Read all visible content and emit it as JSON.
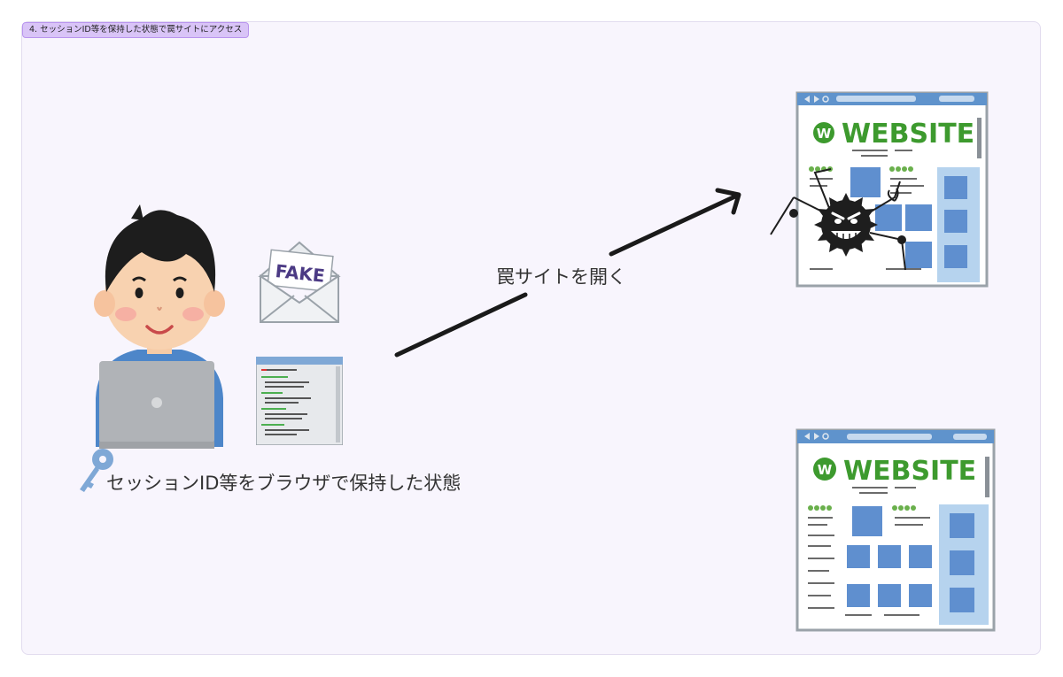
{
  "step": {
    "label": "4. セッションID等を保持した状態で罠サイトにアクセス"
  },
  "captions": {
    "state": "セッションID等をブラウザで保持した状態",
    "arrow": "罠サイトを開く"
  },
  "icons": {
    "fake_mail_text": "FAKE",
    "website_title_top": "WEBSITE",
    "website_title_bottom": "WEBSITE",
    "website_logo_letter": "W"
  },
  "colors": {
    "panel_bg": "#f8f5fd",
    "badge_bg": "#d9c4f7",
    "arrow": "#1a1a1a",
    "website_green": "#3d9a2e",
    "browser_frame": "#5f93cc",
    "virus": "#1e1e1e"
  }
}
